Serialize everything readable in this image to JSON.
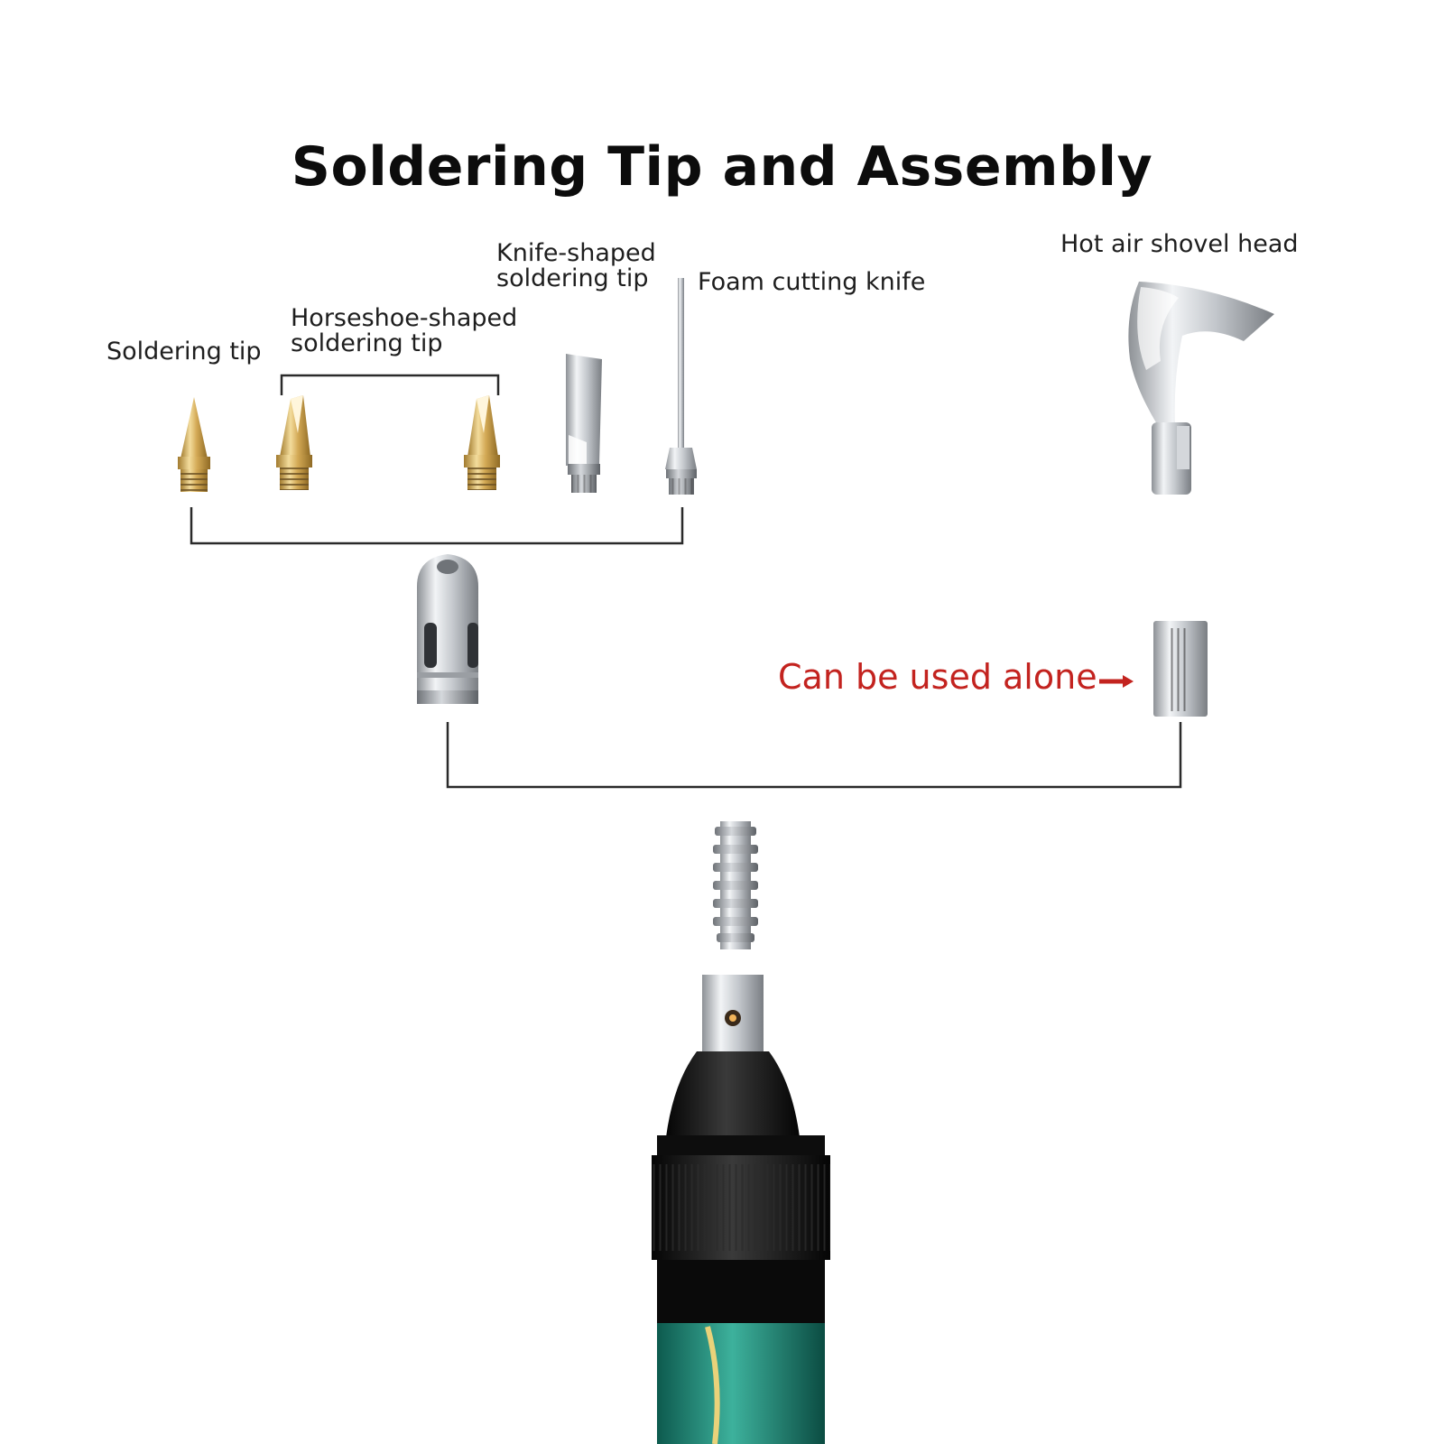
{
  "title": "Soldering Tip and Assembly",
  "labels": {
    "soldering_tip": "Soldering tip",
    "horseshoe_line1": "Horseshoe-shaped",
    "horseshoe_line2": "soldering tip",
    "knife_line1": "Knife-shaped",
    "knife_line2": "soldering tip",
    "foam_knife": "Foam cutting knife",
    "hot_air": "Hot air shovel head",
    "alone": "Can be used alone"
  },
  "colors": {
    "brass": "#d9b56a",
    "steel": "#c9cdd2",
    "line": "#2a2a2a",
    "red": "#c3231f",
    "torch_black": "#111111",
    "torch_green": "#1f8a78"
  }
}
